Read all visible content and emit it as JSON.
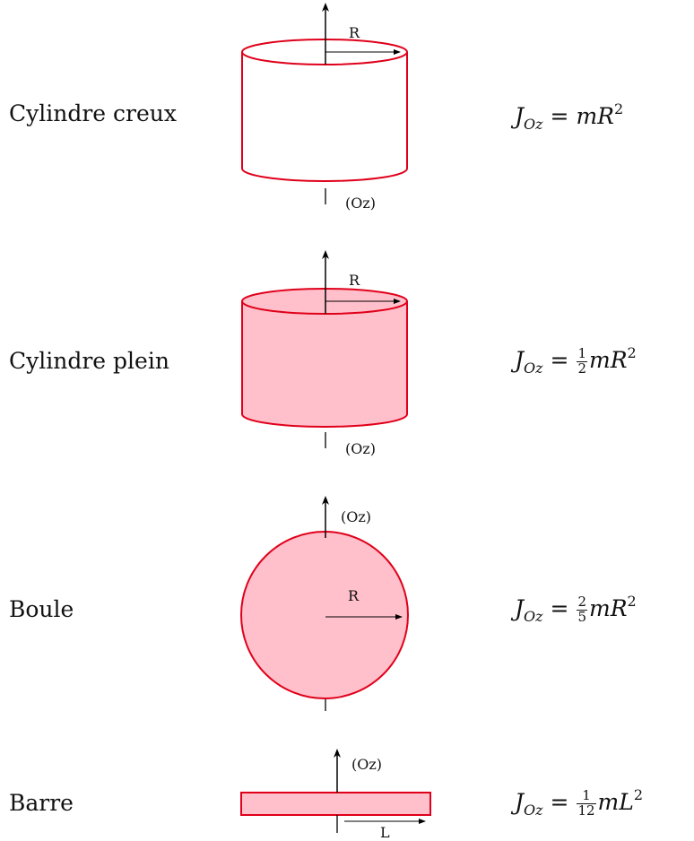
{
  "rows": [
    {
      "name": "Cylindre creux",
      "label_R": "R",
      "label_axis": "(Oz)",
      "formula": {
        "J": "J",
        "sub": "Oz",
        "eq": "=",
        "coef_num": "",
        "coef_den": "",
        "m": "m",
        "var": "R",
        "pow": "2"
      }
    },
    {
      "name": "Cylindre plein",
      "label_R": "R",
      "label_axis": "(Oz)",
      "formula": {
        "J": "J",
        "sub": "Oz",
        "eq": "=",
        "coef_num": "1",
        "coef_den": "2",
        "m": "m",
        "var": "R",
        "pow": "2"
      }
    },
    {
      "name": "Boule",
      "label_R": "R",
      "label_axis": "(Oz)",
      "formula": {
        "J": "J",
        "sub": "Oz",
        "eq": "=",
        "coef_num": "2",
        "coef_den": "5",
        "m": "m",
        "var": "R",
        "pow": "2"
      }
    },
    {
      "name": "Barre",
      "label_L": "L",
      "label_axis": "(Oz)",
      "formula": {
        "J": "J",
        "sub": "Oz",
        "eq": "=",
        "coef_num": "1",
        "coef_den": "12",
        "m": "m",
        "var": "L",
        "pow": "2"
      }
    }
  ],
  "colors": {
    "outline": "#e0001a",
    "fill": "#ffc0cb",
    "axis": "#000000"
  }
}
